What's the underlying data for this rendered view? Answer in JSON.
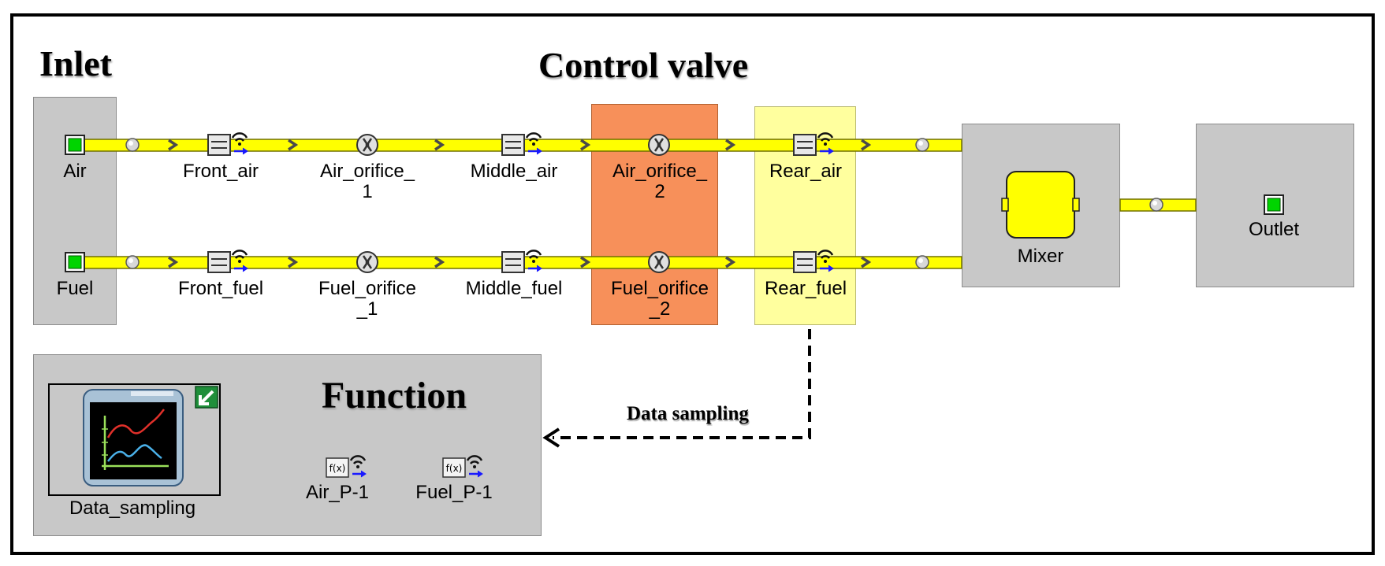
{
  "titles": {
    "inlet": "Inlet",
    "control_valve": "Control valve",
    "function": "Function",
    "data_sampling": "Data sampling"
  },
  "nodes": {
    "air": "Air",
    "fuel": "Fuel",
    "front_air": "Front_air",
    "air_orifice_1_a": "Air_orifice_",
    "air_orifice_1_b": "1",
    "middle_air": "Middle_air",
    "air_orifice_2_a": "Air_orifice_",
    "air_orifice_2_b": "2",
    "rear_air": "Rear_air",
    "front_fuel": "Front_fuel",
    "fuel_orifice_1_a": "Fuel_orifice",
    "fuel_orifice_1_b": "_1",
    "middle_fuel": "Middle_fuel",
    "fuel_orifice_2_a": "Fuel_orifice",
    "fuel_orifice_2_b": "_2",
    "rear_fuel": "Rear_fuel",
    "mixer": "Mixer",
    "outlet": "Outlet",
    "data_sampling": "Data_sampling",
    "air_p1": "Air_P-1",
    "fuel_p1": "Fuel_P-1"
  },
  "function_icon_text": "f(x)",
  "colors": {
    "pipe": "#ffff00",
    "pipe_border": "#707000",
    "panel_gray": "#c8c8c8",
    "orifice_highlight": "#f7905a",
    "rear_highlight": "#ffff9e",
    "port_green": "#00d400"
  }
}
